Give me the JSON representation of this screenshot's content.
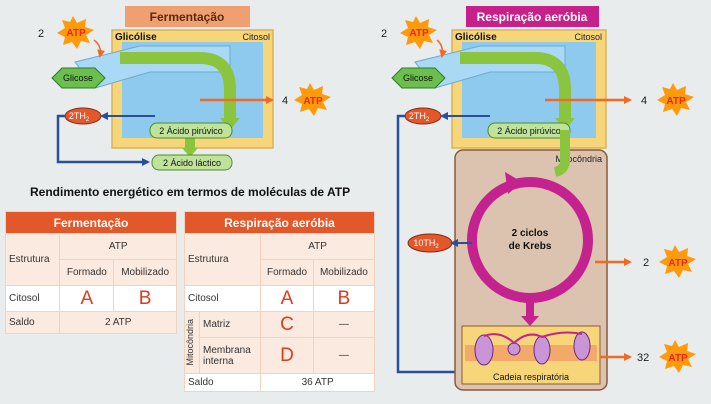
{
  "left_diagram": {
    "title": "Fermentação",
    "glicolise": "Glicólise",
    "citosol": "Citosol",
    "glicose": "Glicose",
    "atp_in_count": "2",
    "atp_out_count": "4",
    "atp_label": "ATP",
    "th2": "2TH",
    "th2_sub": "2",
    "piruvico": "2 Ácido pirúvico",
    "lactico": "2 Ácido láctico"
  },
  "right_diagram": {
    "title": "Respiração aeróbia",
    "glicolise": "Glicólise",
    "citosol": "Citosol",
    "glicose": "Glicose",
    "atp_in_count": "2",
    "atp_out_count": "4",
    "atp_label": "ATP",
    "th2": "2TH",
    "th2_sub": "2",
    "th10": "10TH",
    "th10_sub": "2",
    "piruvico": "2 Ácido pirúvico",
    "mitocondria": "Mitocôndria",
    "krebs_line1": "2 ciclos",
    "krebs_line2": "de Krebs",
    "krebs_atp_count": "2",
    "cadeia": "Cadeia respiratória",
    "cadeia_atp_count": "32"
  },
  "rendimento_title": "Rendimento energético em termos de moléculas de ATP",
  "table_fermentacao": {
    "header": "Fermentação",
    "estrutura": "Estrutura",
    "atp": "ATP",
    "formado": "Formado",
    "mobilizado": "Mobilizado",
    "row_citosol": "Citosol",
    "val_a": "A",
    "val_b": "B",
    "saldo": "Saldo",
    "saldo_val": "2 ATP"
  },
  "table_respiracao": {
    "header": "Respiração aeróbia",
    "estrutura": "Estrutura",
    "atp": "ATP",
    "formado": "Formado",
    "mobilizado": "Mobilizado",
    "row_citosol": "Citosol",
    "val_a": "A",
    "val_b": "B",
    "mitocondria": "Mitocôndria",
    "matriz": "Matriz",
    "val_c": "C",
    "dash1": "—",
    "membrana_1": "Membrana",
    "membrana_2": "interna",
    "val_d": "D",
    "dash2": "—",
    "saldo": "Saldo",
    "saldo_val": "36 ATP"
  },
  "colors": {
    "orange_title": "#f0a070",
    "magenta_title": "#c8208a",
    "table_header": "#e2582b",
    "citosol_box": "#f7d67a",
    "glicolise_blue": "#8ec9ee",
    "green_arrow": "#8bc53f",
    "orange_arrow": "#ef6a24",
    "navy_arrow": "#2a4d9c",
    "krebs_magenta": "#c4238f",
    "mito_fill": "#dcc3b0",
    "atp_star": "#ff9a0a",
    "atp_text": "#e8261c"
  }
}
